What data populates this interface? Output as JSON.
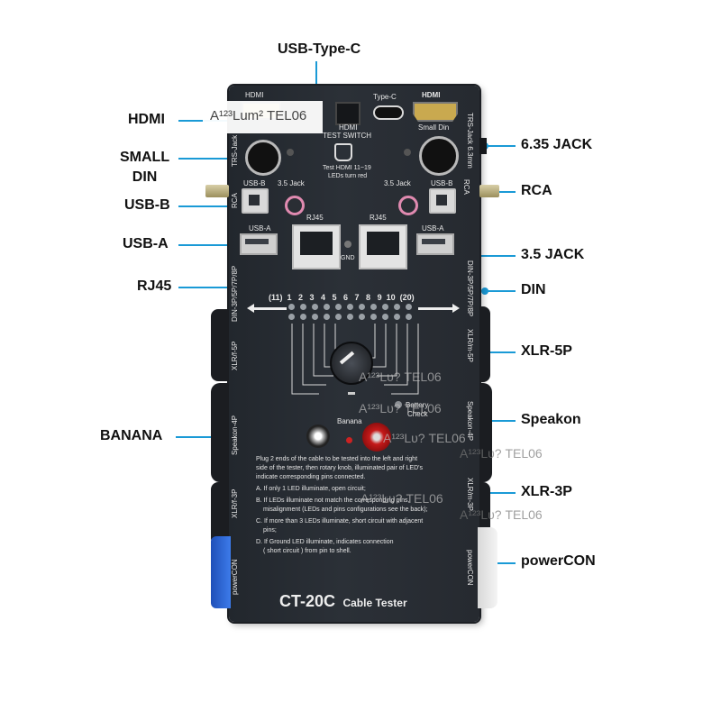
{
  "callouts": {
    "usb_type_c": "USB-Type-C",
    "hdmi": "HDMI",
    "small_din_1": "SMALL",
    "small_din_2": "DIN",
    "usb_b": "USB-B",
    "usb_a": "USB-A",
    "rj45": "RJ45",
    "banana": "BANANA",
    "jack_635": "6.35 JACK",
    "rca": "RCA",
    "jack_35": "3.5 JACK",
    "din": "DIN",
    "xlr_5p": "XLR-5P",
    "speakon": "Speakon",
    "xlr_3p": "XLR-3P",
    "powercon": "powerCON"
  },
  "device": {
    "type_c_label": "Type-C",
    "hdmi_label": "HDMI",
    "hdmi_label_left": "HDMI",
    "hdmi_test_switch_1": "HDMI",
    "hdmi_test_switch_2": "TEST SWITCH",
    "hdmi_note_1": "Test HDMI 11~19",
    "hdmi_note_2": "LEDs turn red",
    "small_din_label": "Small Din",
    "trs_left": "TRS-Jack",
    "trs_right": "TRS-Jack 6.3mm",
    "rca_left": "RCA",
    "rca_right": "RCA",
    "usb_b_left": "USB-B",
    "usb_b_right": "USB-B",
    "jack35_left": "3.5 Jack",
    "jack35_right": "3.5 Jack",
    "rj45_left": "RJ45",
    "rj45_right": "RJ45",
    "usb_a_left": "USB-A",
    "usb_a_right": "USB-A",
    "gnd": "GND",
    "pin_numbers": "(11)  1   2   3   4   5   6   7   8   9  10  (20)",
    "din_left": "DIN-3P/5P/7P/8P",
    "din_right": "DIN-3P/5P/7P/8P",
    "xlr_f_5p": "XLR/f-5P",
    "xlr_m_5p": "XLR/m-5P",
    "speakon_left": "Speakon-4P",
    "speakon_right": "Speakon-4P",
    "battery_1": "Battery",
    "battery_2": "Check",
    "banana_label": "Banana",
    "xlr_f_3p": "XLR/f-3P",
    "xlr_m_3p": "XLR/m-3P",
    "powercon_left": "powerCON",
    "powercon_right": "powerCON",
    "instructions": [
      "Plug 2 ends of the cable to be tested into the left and right",
      "side of the tester, then rotary knob, illuminated pair of LED's",
      "indicate corresponding pins connected.",
      "A. If only 1 LED illuminate,  open circuit;",
      "B. If LEDs illuminate not match the corresponding pins,",
      "misalignment (LEDs and pins configurations see the back);",
      "C. If more than 3 LEDs illuminate, short circuit with adjacent",
      "pins;",
      "D. If Ground LED illuminate, indicates connection",
      "( short circuit )  from pin to shell."
    ],
    "model": "CT-20C",
    "model_suffix": "Cable Tester"
  },
  "watermarks": {
    "w1": "A¹²³Lum² TEL06",
    "w2": "A¹²³Lυ?  TEL06",
    "w3": "A¹²³Lυ?  TEL06",
    "w4": "A¹²³Lυ?  TEL06",
    "w5": "A¹²³Lυ?  TEL06",
    "w6": "A¹²³Lυ?  TEL06",
    "w7": "A¹²³Lυ?  TEL06"
  },
  "colors": {
    "accent": "#1a9ad6",
    "body": "#272b31"
  }
}
